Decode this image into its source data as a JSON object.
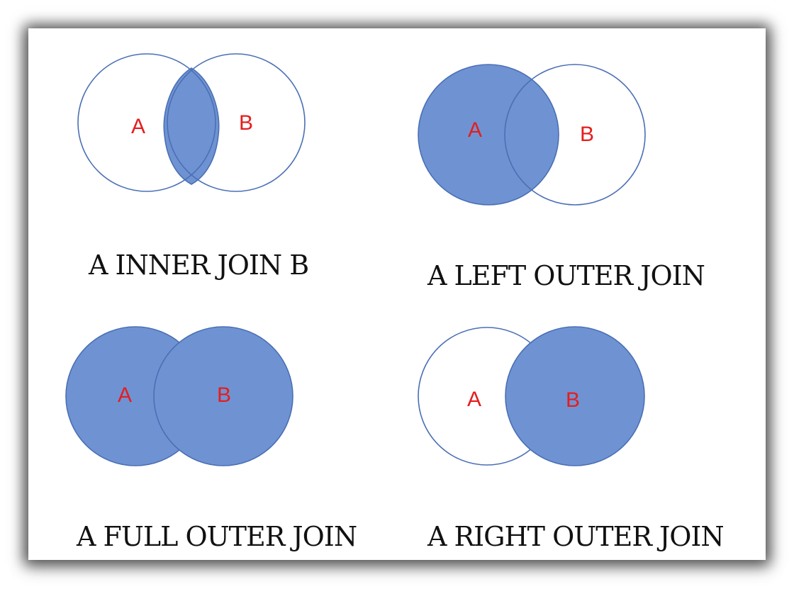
{
  "panels": {
    "inner": {
      "caption": "A INNER JOIN B",
      "label_a": "A",
      "label_b": "B"
    },
    "left": {
      "caption": "A LEFT OUTER JOIN",
      "label_a": "A",
      "label_b": "B"
    },
    "full": {
      "caption": "A FULL OUTER JOIN",
      "label_a": "A",
      "label_b": "B"
    },
    "right": {
      "caption": "A RIGHT OUTER JOIN",
      "label_a": "A",
      "label_b": "B"
    }
  },
  "colors": {
    "fill": "#6f93d2",
    "stroke": "#4a6fb5",
    "label": "#e41e1e",
    "caption": "#111111"
  }
}
